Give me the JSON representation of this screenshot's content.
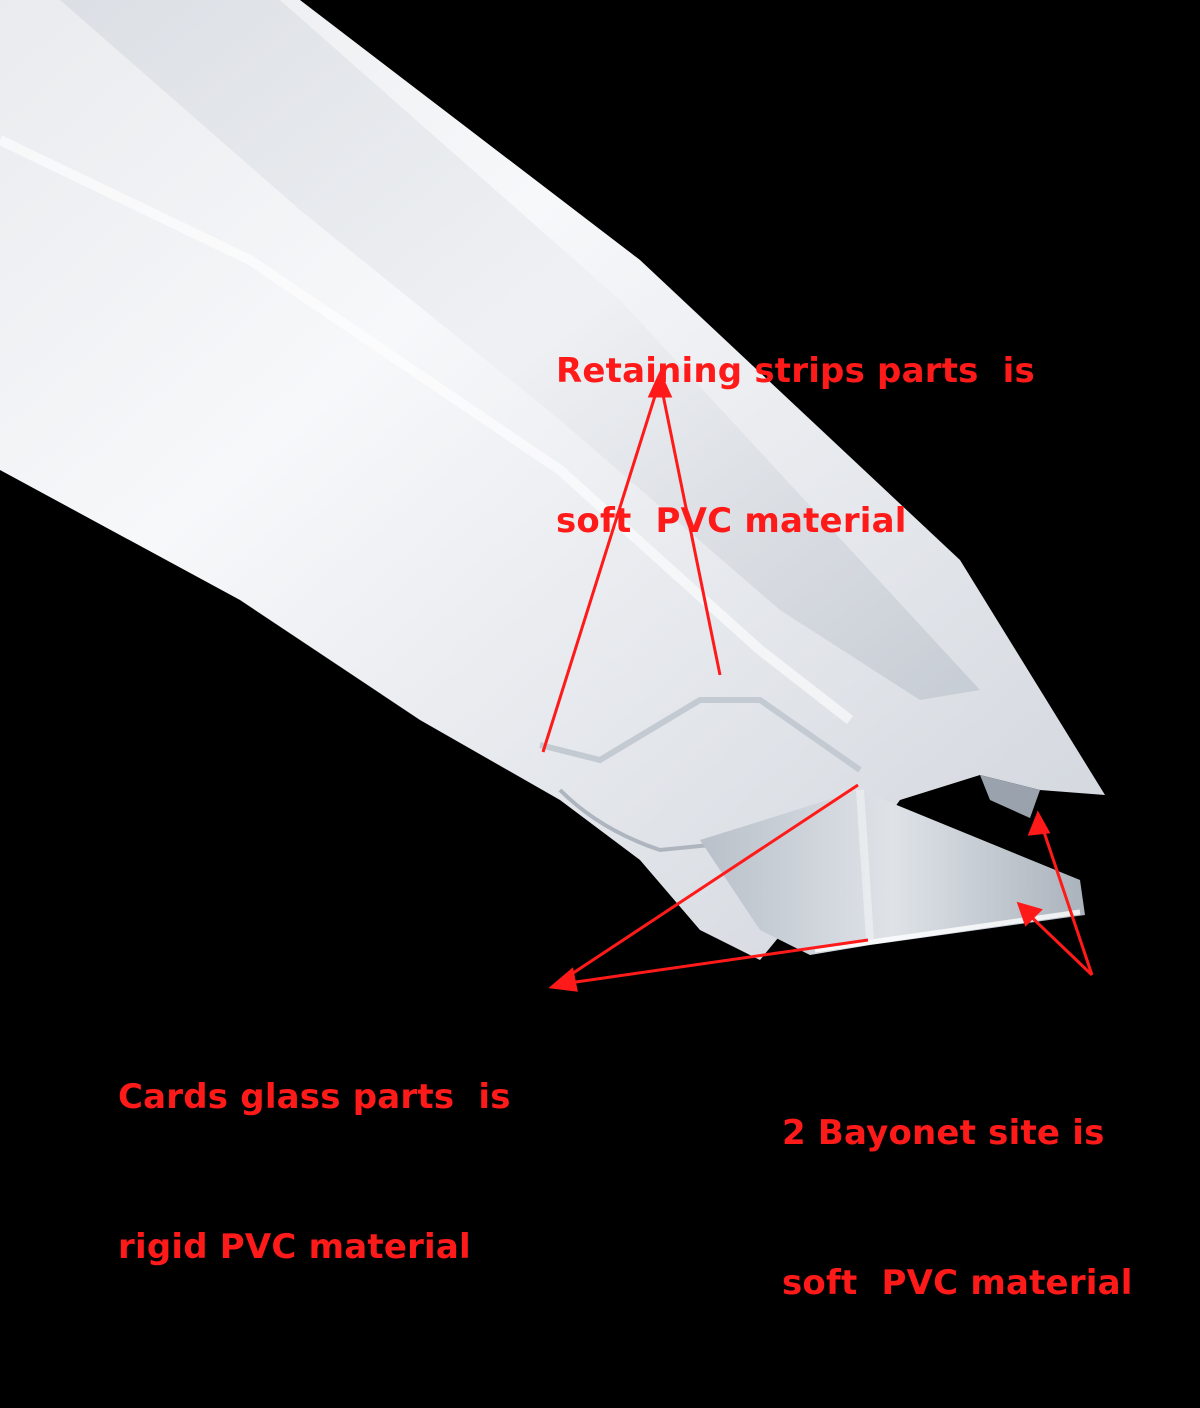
{
  "image": {
    "background_color": "#000000",
    "profile_color": "#f2f3f5",
    "annotation_color": "#ff1a1a"
  },
  "callouts": {
    "retaining": {
      "line1": "Retaining strips parts  is",
      "line2": "soft  PVC material"
    },
    "cards": {
      "line1": "Cards glass parts  is",
      "line2": "rigid PVC material"
    },
    "bayonet": {
      "line1": "2 Bayonet site is",
      "line2": "soft  PVC material"
    }
  }
}
